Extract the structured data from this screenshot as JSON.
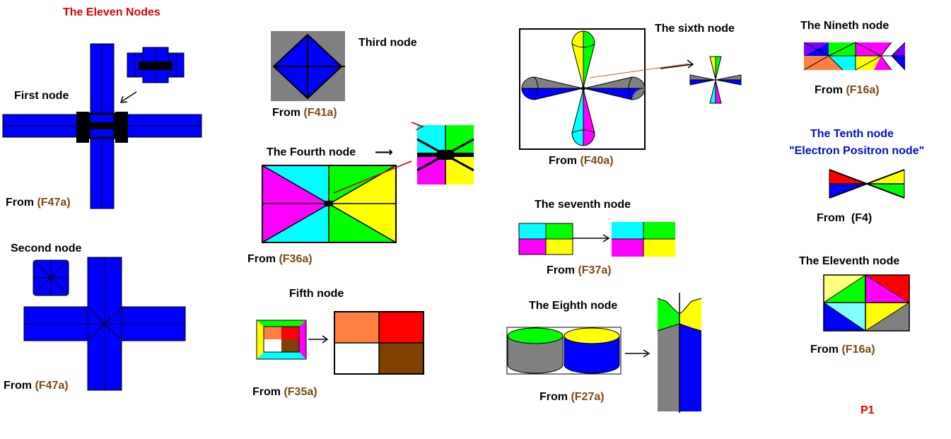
{
  "page": {
    "title": "The Eleven Nodes",
    "page_number": "P1"
  },
  "colors": {
    "blue": "#0000ff",
    "cyan": "#00ffff",
    "magenta": "#ff00ff",
    "yellow": "#ffff00",
    "green": "#00ff00",
    "gray": "#808080",
    "orange": "#ff8040",
    "red": "#ff0000",
    "brown": "#804000",
    "violet": "#8000ff",
    "light_yellow": "#ffff80",
    "light_cyan": "#80ffff",
    "title_red": "#e00000",
    "tenth_blue": "#0010c8",
    "ref_brown": "#7a4a10"
  },
  "nodes": {
    "first": {
      "label": "First node",
      "from": "From",
      "ref": "(F47a)"
    },
    "second": {
      "label": "Second node",
      "from": "From",
      "ref": "(F47a)"
    },
    "third": {
      "label": "Third node",
      "from": "From",
      "ref": "(F41a)"
    },
    "fourth": {
      "label": "The Fourth node",
      "from": "From",
      "ref": "(F36a)"
    },
    "fifth": {
      "label": "Fifth node",
      "from": "From",
      "ref": "(F35a)"
    },
    "sixth": {
      "label": "The sixth node",
      "from": "From",
      "ref": "(F40a)"
    },
    "seventh": {
      "label": "The seventh node",
      "from": "From",
      "ref": "(F37a)"
    },
    "eighth": {
      "label": "The Eighth node",
      "from": "From",
      "ref": "(F27a)"
    },
    "ninth": {
      "label": "The Nineth node",
      "from": "From",
      "ref": "(F16a)"
    },
    "tenth": {
      "label": "The Tenth node",
      "subtitle": "\"Electron Positron node\"",
      "from": "From",
      "ref": "(F4)"
    },
    "eleventh": {
      "label": "The Eleventh node",
      "from": "From",
      "ref": "(F16a)"
    }
  },
  "arrows": {
    "fourth_arrow": "⟶"
  }
}
